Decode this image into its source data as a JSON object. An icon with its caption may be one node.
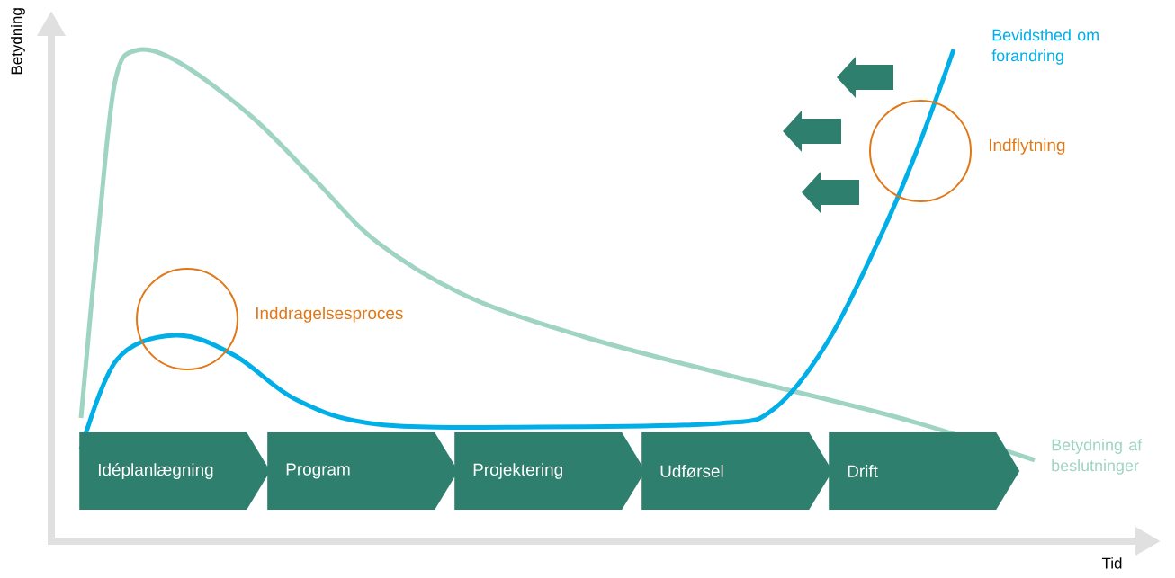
{
  "diagram": {
    "nodes": [
      {
        "text": [
          "Idéplanlægning"
        ]
      },
      {
        "text": [
          "Program"
        ]
      },
      {
        "text": [
          "Projektering"
        ]
      },
      {
        "text": [
          "Udførsel"
        ]
      },
      {
        "text": [
          "Drift"
        ]
      },
      {
        "text": [],
        "shape": "circle",
        "beside": [
          "Inddragelsesproces"
        ]
      },
      {
        "text": [],
        "shape": "circle",
        "beside": [
          "Indflytning"
        ]
      }
    ],
    "labels": [
      "Betydning",
      "Bevidsthed om forandring",
      "Betydning af beslutninger",
      "Tid"
    ]
  }
}
